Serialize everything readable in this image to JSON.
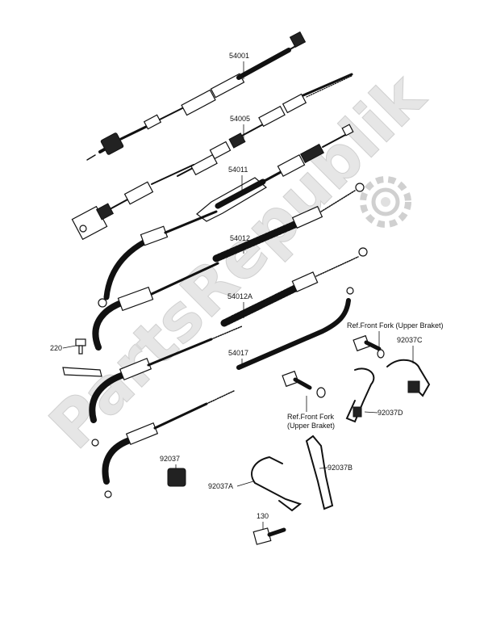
{
  "watermark": {
    "text": "PartsRepublik"
  },
  "labels": {
    "p54001": "54001",
    "p54005": "54005",
    "p54011": "54011",
    "p54012": "54012",
    "p54012A": "54012A",
    "p54017": "54017",
    "p220": "220",
    "p92037": "92037",
    "p92037A": "92037A",
    "p92037B": "92037B",
    "p92037C": "92037C",
    "p92037D": "92037D",
    "p130": "130",
    "ref_front_fork_1_line1": "Ref.Front Fork (Upper Braket)",
    "ref_front_fork_2_line1": "Ref.Front Fork",
    "ref_front_fork_2_line2": "(Upper Braket)"
  }
}
